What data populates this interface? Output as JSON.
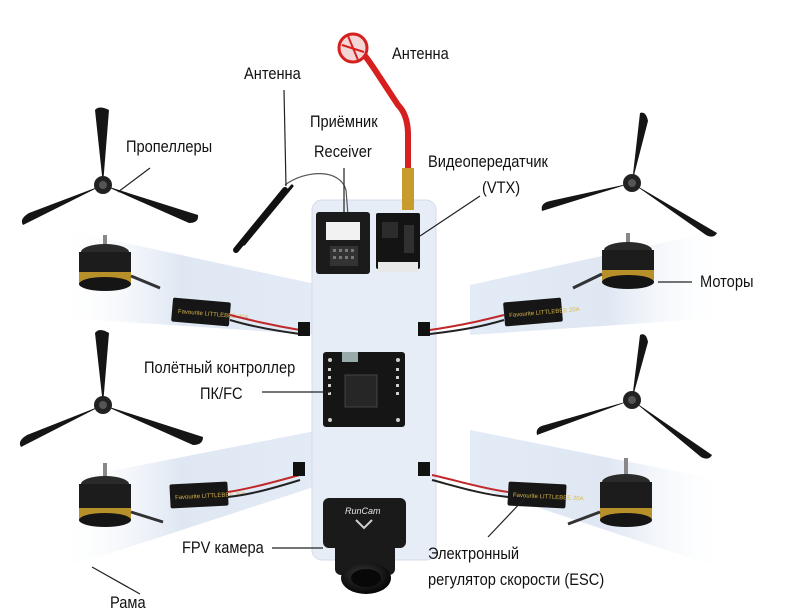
{
  "labels": {
    "antenna_left": "Антенна",
    "antenna_right": "Антенна",
    "receiver_line1": "Приёмник",
    "receiver_line2": "Receiver",
    "propellers": "Пропеллеры",
    "vtx_line1": "Видеопередатчик",
    "vtx_line2": "(VTX)",
    "motors": "Моторы",
    "fc_line1": "Полётный контроллер",
    "fc_line2": "ПК/FC",
    "camera": "FPV камера",
    "esc_line1": "Электронный",
    "esc_line2": "регулятор скорости (ESC)",
    "frame": "Рама"
  },
  "printed_marks": {
    "camera_brand": "RunCam",
    "esc_print": "Favourite LITTLEBEE 20A"
  },
  "colors": {
    "frame": "#e8eef7",
    "frame_edge": "#d4dcea",
    "component_dark": "#1a1a1a",
    "antenna_red": "#d62020",
    "gold": "#b8902a",
    "wire_red": "#c0282a"
  }
}
